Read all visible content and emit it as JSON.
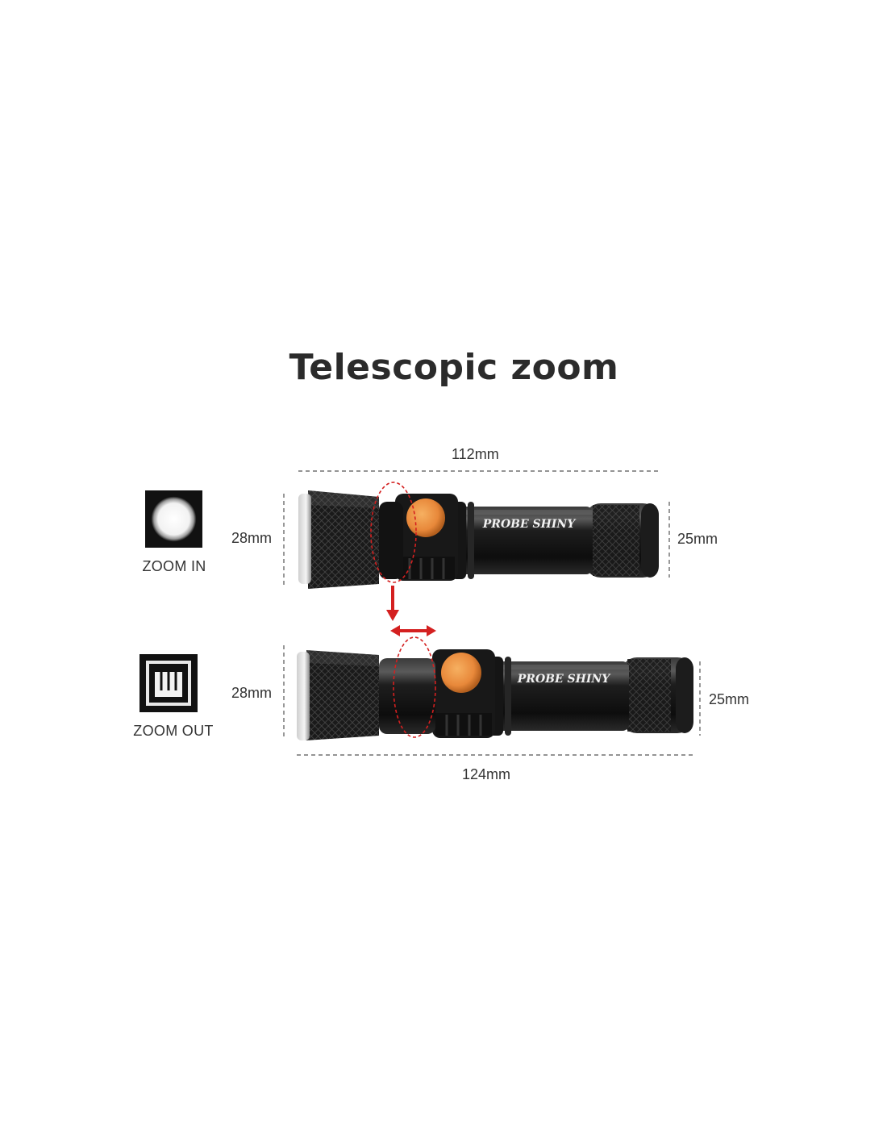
{
  "title": "Telescopic zoom",
  "brand": "PROBE SHINY",
  "zoom_in": {
    "label": "ZOOM IN",
    "icon": "spot-beam-icon",
    "length": "112mm",
    "head_diameter": "28mm",
    "tail_diameter": "25mm"
  },
  "zoom_out": {
    "label": "ZOOM OUT",
    "icon": "flood-beam-icon",
    "length": "124mm",
    "head_diameter": "28mm",
    "tail_diameter": "25mm"
  },
  "colors": {
    "title": "#2b2b2b",
    "body": "#141414",
    "button": "#e8883a",
    "marker": "#d42020"
  }
}
